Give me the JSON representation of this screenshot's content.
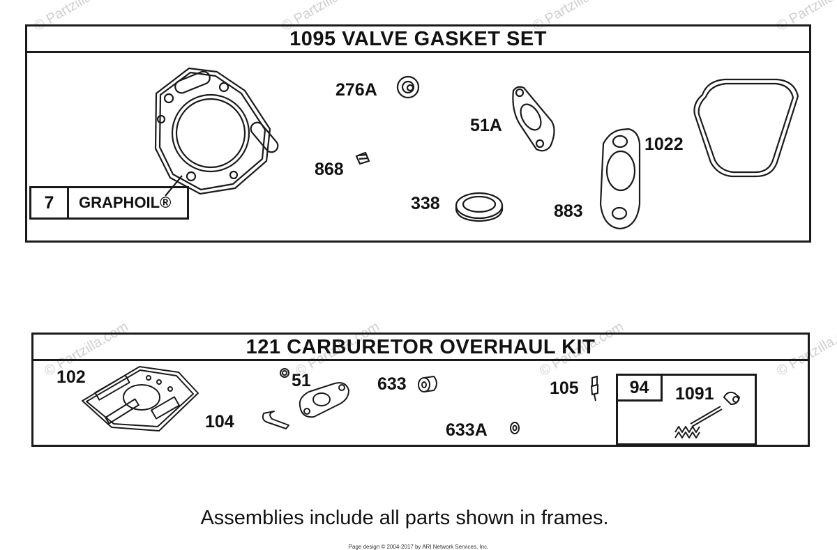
{
  "watermark": "© Partzilla.com",
  "valve_gasket_set": {
    "title": "1095 VALVE GASKET SET",
    "parts": {
      "p276a": "276A",
      "p51a": "51A",
      "p1022": "1022",
      "p868": "868",
      "p338": "338",
      "p883": "883"
    },
    "graphoil": {
      "ref": "7",
      "name": "GRAPHOIL®"
    }
  },
  "carburetor_kit": {
    "title": "121 CARBURETOR OVERHAUL KIT",
    "parts": {
      "p102": "102",
      "p104": "104",
      "p51": "51",
      "p633": "633",
      "p633a": "633A",
      "p105": "105"
    },
    "subkit": {
      "ref": "94",
      "part": "1091"
    }
  },
  "footnote": "Assemblies include all parts shown in frames.",
  "credit": "Page design © 2004-2017 by ARI Network Services, Inc."
}
